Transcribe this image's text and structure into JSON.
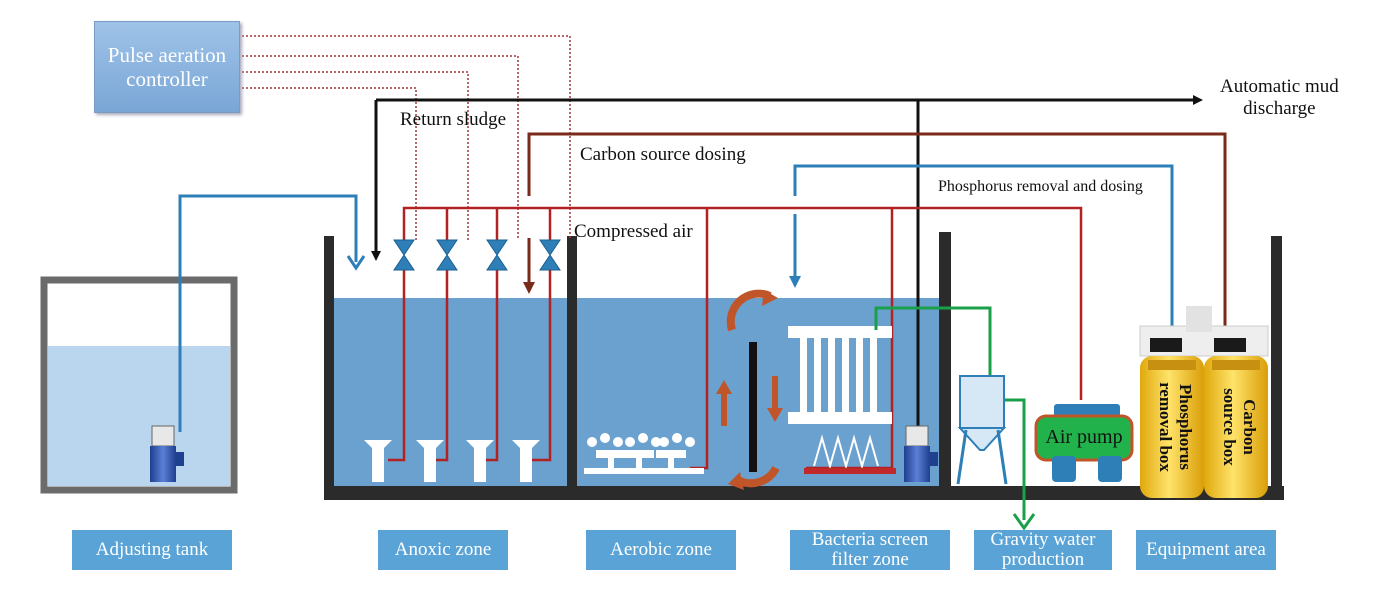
{
  "controller": {
    "line1": "Pulse aeration",
    "line2": "controller"
  },
  "annotations": {
    "return_sludge": "Return sludge",
    "carbon_source_dosing": "Carbon source dosing",
    "phosphorus_dosing": "Phosphorus removal and dosing",
    "compressed_air": "Compressed air",
    "mud_discharge_line1": "Automatic mud",
    "mud_discharge_line2": "discharge"
  },
  "equipment": {
    "air_pump": "Air pump",
    "phosphorus_box_line1": "Phosphorus",
    "phosphorus_box_line2": "removal box",
    "carbon_box_line1": "Carbon",
    "carbon_box_line2": "source box"
  },
  "zones": {
    "adjusting_tank": "Adjusting tank",
    "anoxic_zone": "Anoxic zone",
    "aerobic_zone": "Aerobic zone",
    "bacteria_line1": "Bacteria screen",
    "bacteria_line2": "filter zone",
    "gravity_line1": "Gravity water",
    "gravity_line2": "production",
    "equipment_area": "Equipment area"
  },
  "colors": {
    "water": "#6aa1cf",
    "tank_wall": "#2b2b2b",
    "air_line": "#b22222",
    "sludge_line": "#111111",
    "carbon_line": "#7a2a1a",
    "phosphorus_line": "#2e7fb8",
    "gravity_line": "#1aa04a",
    "label_bg": "#5aa3d6"
  }
}
